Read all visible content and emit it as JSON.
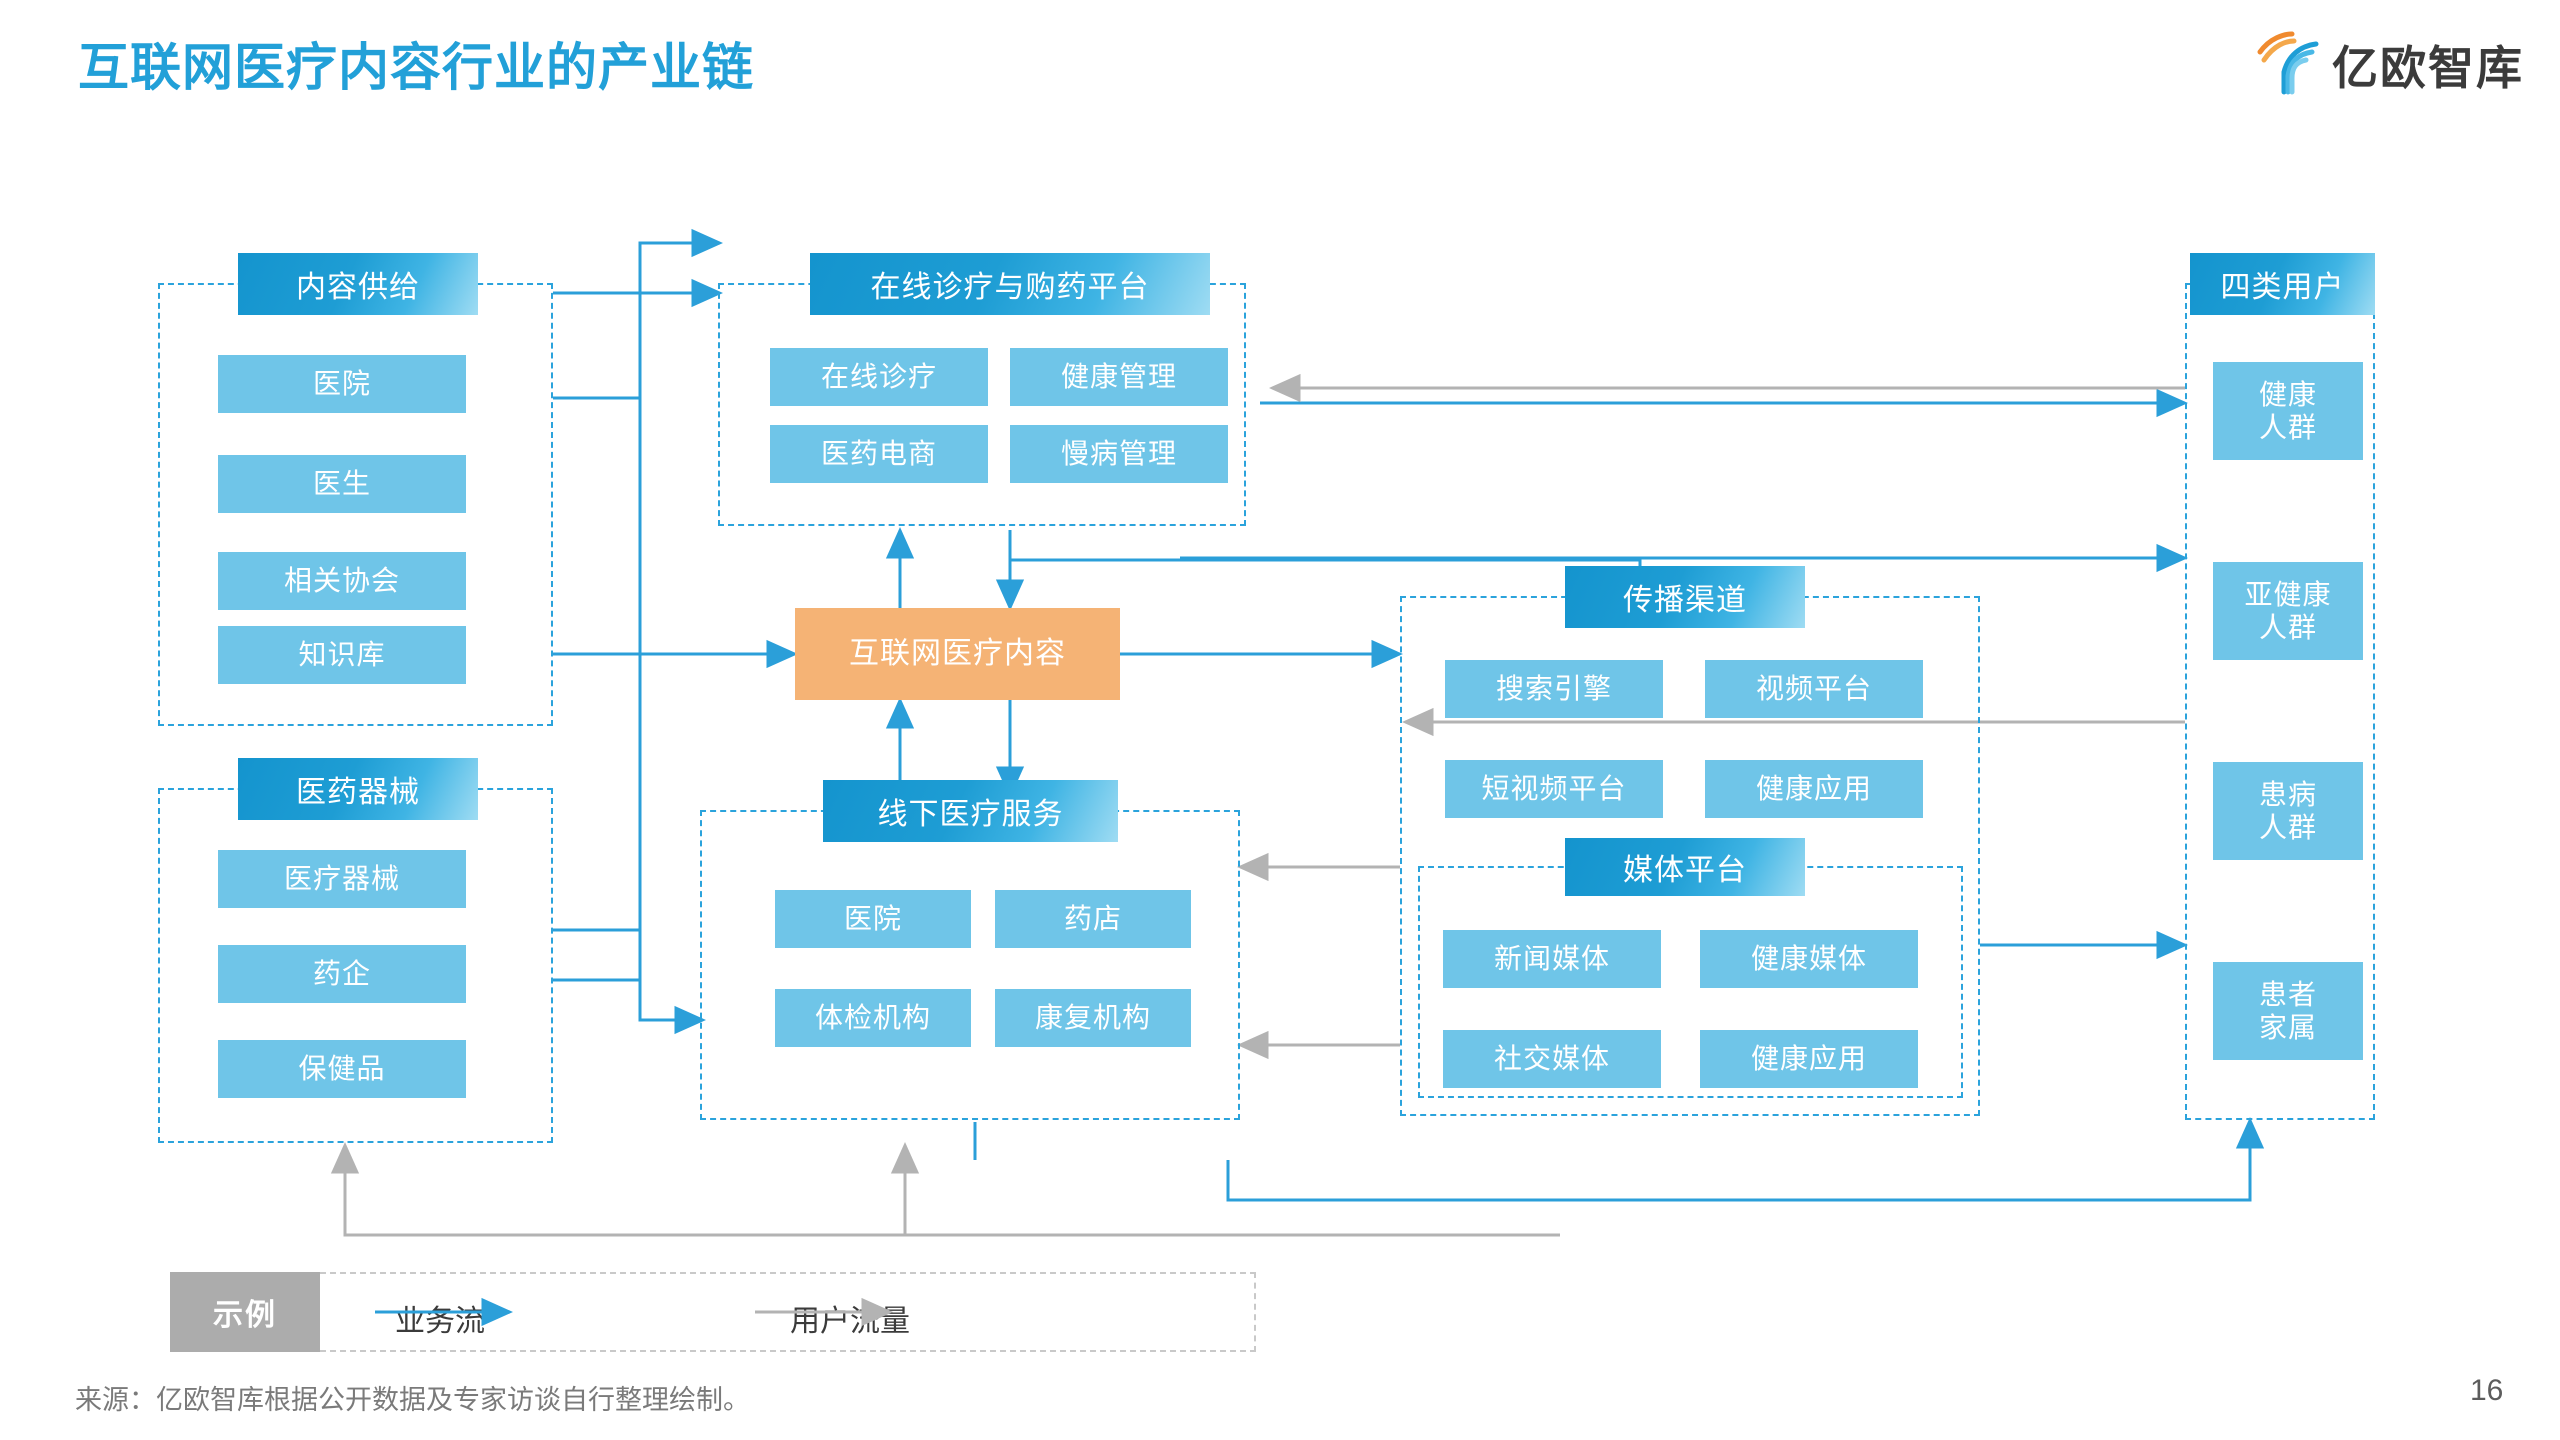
{
  "header": {
    "title": "互联网医疗内容行业的产业链",
    "logo_text": "亿欧智库",
    "logo_icon": "yiou-y-mark-icon"
  },
  "colors": {
    "title_blue": "#22A0D8",
    "chip_blue": "#1494CE",
    "leaf_blue": "#6FC5E8",
    "center_orange": "#F5B375",
    "business_flow_arrow": "#2B9FD9",
    "user_flow_arrow": "#B3B3B3",
    "frame_dashed": "#2BA3DC",
    "legend_tag_gray": "#ACACAC"
  },
  "groups": {
    "content_supply": {
      "title": "内容供给",
      "items": [
        "医院",
        "医生",
        "相关协会",
        "知识库"
      ]
    },
    "pharma_devices": {
      "title": "医药器械",
      "items": [
        "医疗器械",
        "药企",
        "保健品"
      ]
    },
    "online_platform": {
      "title": "在线诊疗与购药平台",
      "items": [
        "在线诊疗",
        "健康管理",
        "医药电商",
        "慢病管理"
      ]
    },
    "offline_service": {
      "title": "线下医疗服务",
      "items": [
        "医院",
        "药店",
        "体检机构",
        "康复机构"
      ]
    },
    "distribution_channel": {
      "title": "传播渠道",
      "items": [
        "搜索引擎",
        "视频平台",
        "短视频平台",
        "健康应用"
      ]
    },
    "media_platform": {
      "title": "媒体平台",
      "items": [
        "新闻媒体",
        "健康媒体",
        "社交媒体",
        "健康应用"
      ]
    },
    "four_user_types": {
      "title": "四类用户",
      "items": [
        "健康\n人群",
        "亚健康\n人群",
        "患病\n人群",
        "患者\n家属"
      ]
    }
  },
  "center_node": {
    "label": "互联网医疗内容"
  },
  "legend": {
    "tag": "示例",
    "business_flow": "业务流",
    "user_flow": "用户流量"
  },
  "footer": {
    "source": "来源：亿欧智库根据公开数据及专家访谈自行整理绘制。",
    "page_number": "16"
  }
}
